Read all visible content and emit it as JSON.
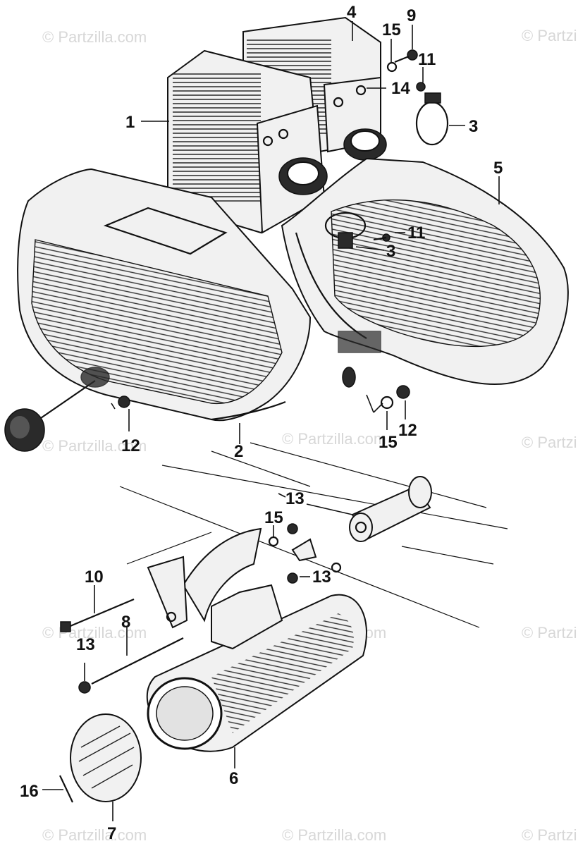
{
  "watermark": "© Partzilla.com",
  "callouts": {
    "c1": "1",
    "c2": "2",
    "c3a": "3",
    "c3b": "3",
    "c4": "4",
    "c5": "5",
    "c6": "6",
    "c7": "7",
    "c8": "8",
    "c9": "9",
    "c10": "10",
    "c11a": "11",
    "c11b": "11",
    "c12a": "12",
    "c12b": "12",
    "c13a": "13",
    "c13b": "13",
    "c13c": "13",
    "c14": "14",
    "c15a": "15",
    "c15b": "15",
    "c15c": "15",
    "c16": "16"
  }
}
